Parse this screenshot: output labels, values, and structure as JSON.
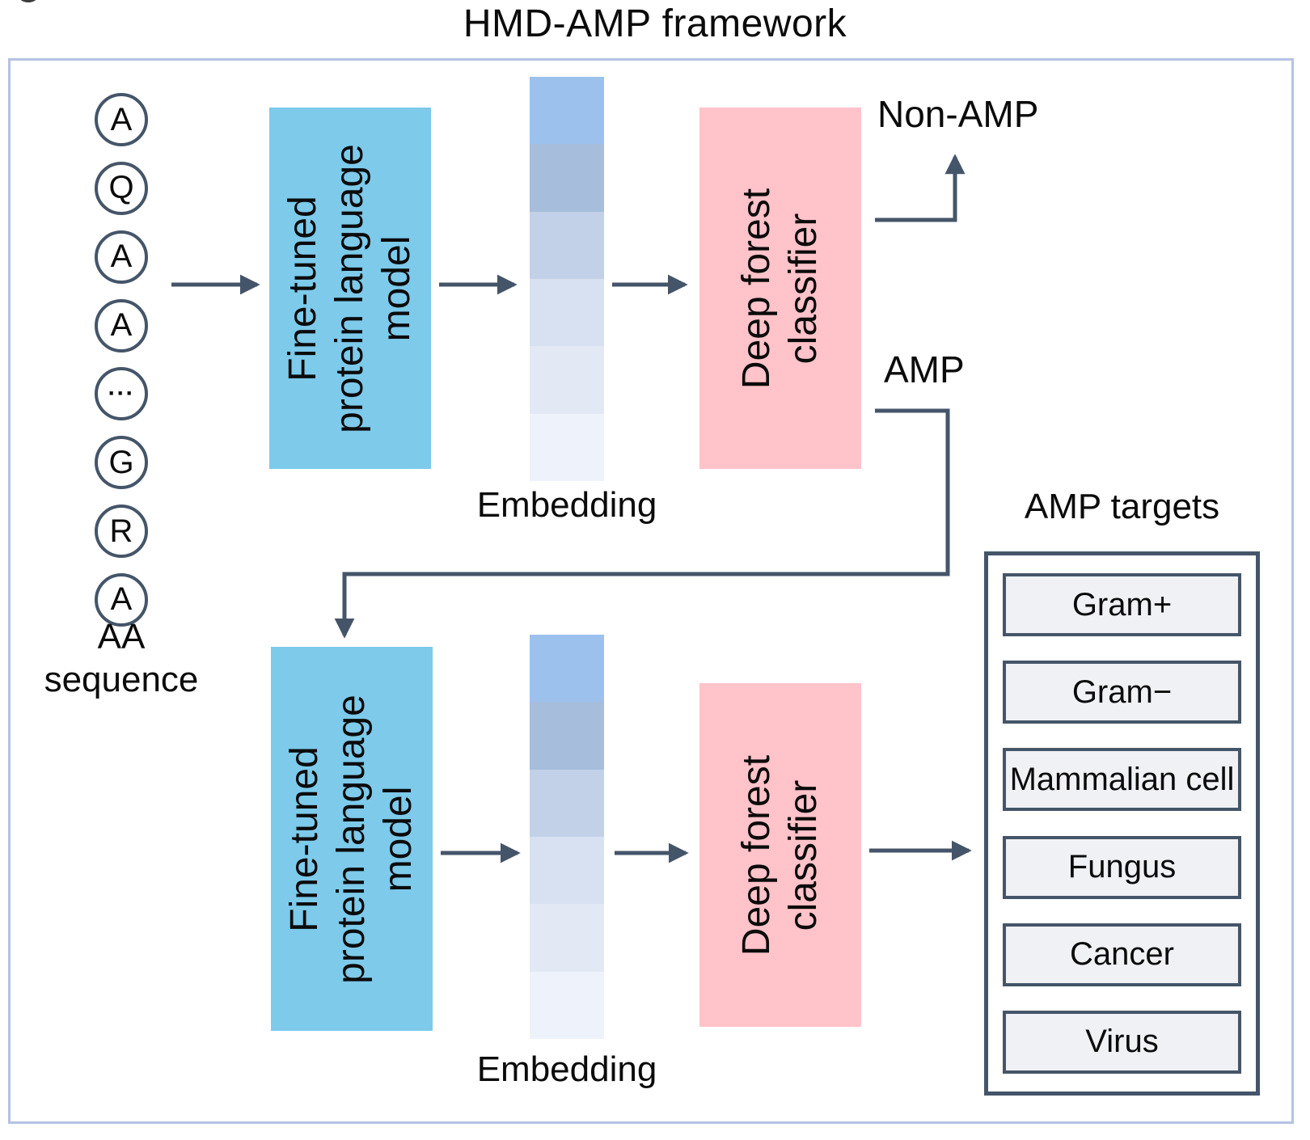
{
  "figure": {
    "title": "HMD-AMP framework"
  },
  "colors": {
    "plm_box": "#7DCAEB",
    "classifier_box": "#FFC3C9",
    "line": "#455569",
    "frame_border": "#B5C2E3",
    "target_item_fill": "#EFF1F5",
    "embedding_shades": [
      "#9CC1ED",
      "#A6BEDC",
      "#C3D1E8",
      "#D8E1F1",
      "#E2E9F5",
      "#EEF2FA"
    ]
  },
  "sequence": {
    "letters": [
      "A",
      "Q",
      "A",
      "A",
      "···",
      "G",
      "R",
      "A"
    ],
    "label_line1": "AA",
    "label_line2": "sequence"
  },
  "stage1": {
    "plm_label": "Fine-tuned protein language model",
    "embedding_label": "Embedding",
    "classifier_label": "Deep forest classifier",
    "output_negative": "Non-AMP",
    "output_positive": "AMP"
  },
  "stage2": {
    "plm_label": "Fine-tuned protein language model",
    "embedding_label": "Embedding",
    "classifier_label": "Deep forest classifier"
  },
  "targets": {
    "title": "AMP targets",
    "items": [
      "Gram+",
      "Gram−",
      "Mammalian cell",
      "Fungus",
      "Cancer",
      "Virus"
    ]
  }
}
